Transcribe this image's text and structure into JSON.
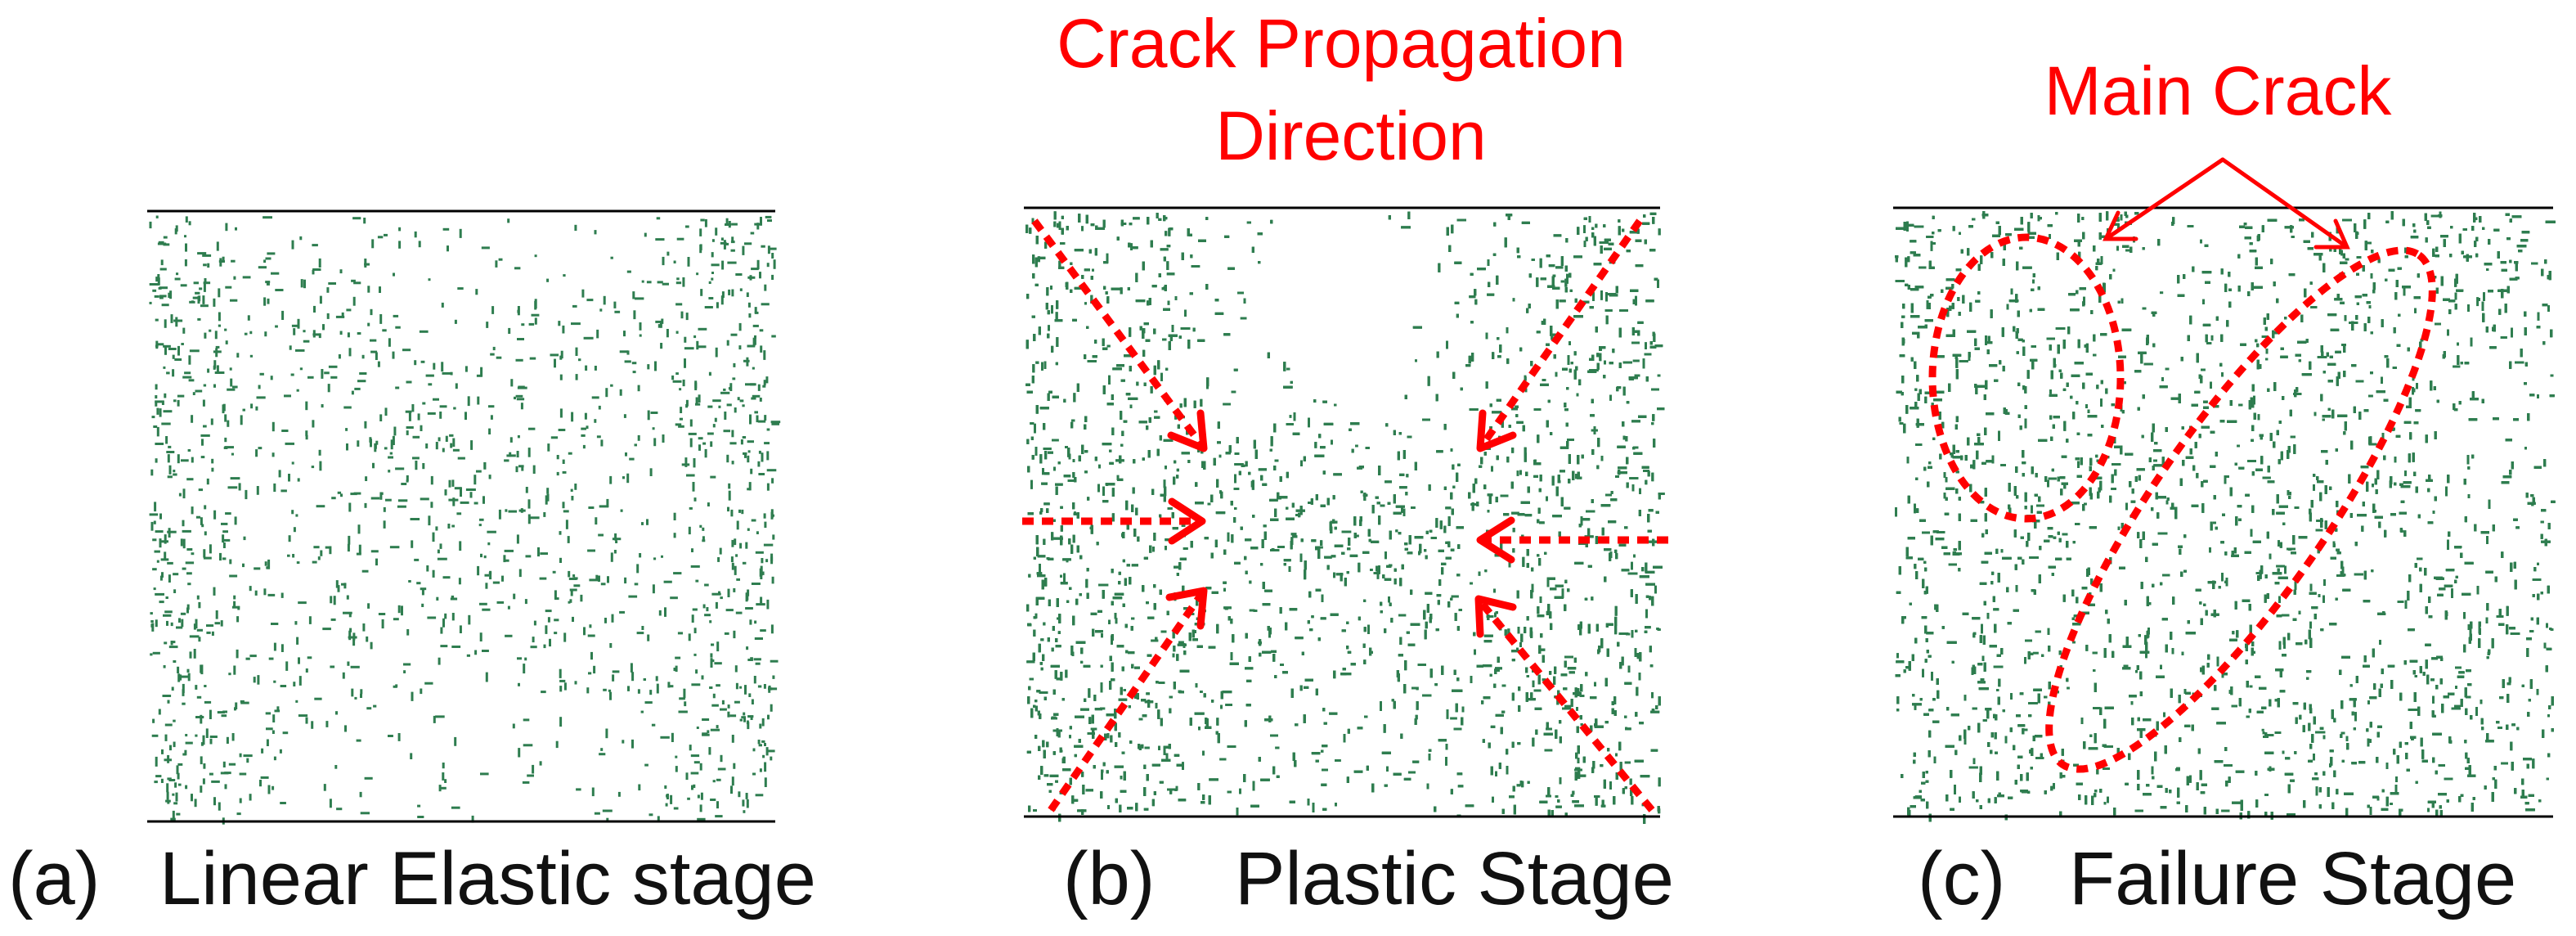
{
  "colors": {
    "crack": "#2e7d4f",
    "annotation": "#ff0000",
    "text": "#111111",
    "frame_edge": "#000000"
  },
  "panels": [
    {
      "id": "a",
      "label": "(a)",
      "caption": "Linear Elastic stage",
      "crack_density": "sparse"
    },
    {
      "id": "b",
      "label": "(b)",
      "caption": "Plastic Stage",
      "crack_density": "dense",
      "annotation": {
        "line1": "Crack Propagation",
        "line2": "Direction"
      }
    },
    {
      "id": "c",
      "label": "(c)",
      "caption": "Failure Stage",
      "crack_density": "very dense",
      "annotation": {
        "text": "Main Crack"
      }
    }
  ]
}
